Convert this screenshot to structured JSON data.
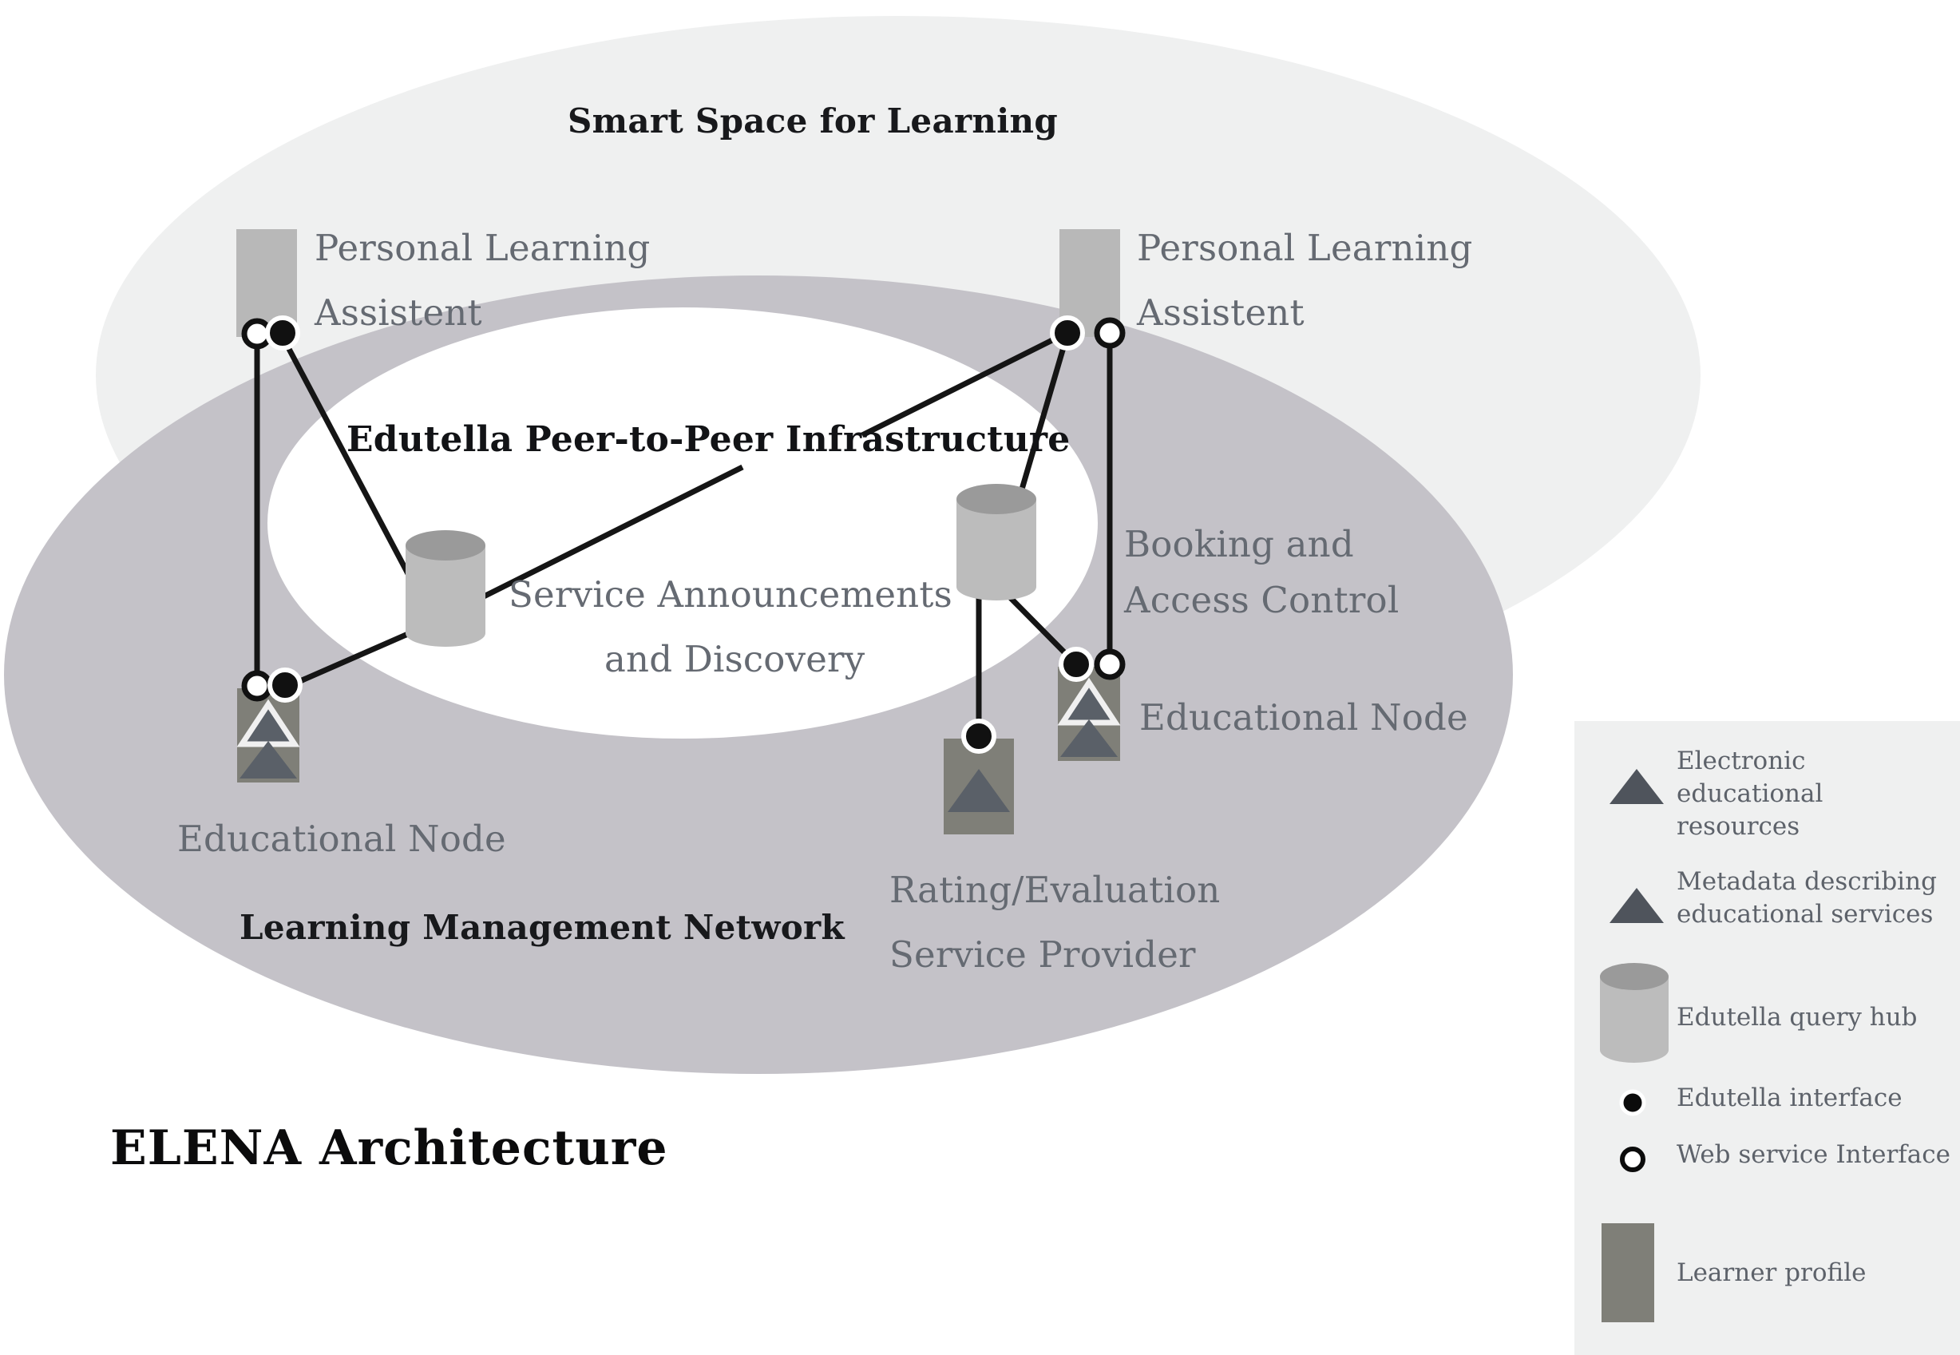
{
  "diagram": {
    "main_title": "ELENA Architecture",
    "outer_zone_title": "Smart Space for Learning",
    "lower_zone_title": "Learning Management Network",
    "inner_zone_title": "Edutella Peer-to-Peer Infrastructure",
    "annotations": {
      "service_discovery_line1": "Service Announcements",
      "service_discovery_line2": "and Discovery",
      "booking_line1": "Booking and",
      "booking_line2": "Access Control"
    },
    "nodes": [
      {
        "id": "pla-left",
        "label_line1": "Personal Learning",
        "label_line2": "Assistent"
      },
      {
        "id": "pla-right",
        "label_line1": "Personal Learning",
        "label_line2": "Assistent"
      },
      {
        "id": "edu-node-left",
        "label_line1": "Educational Node",
        "label_line2": ""
      },
      {
        "id": "edu-node-right",
        "label_line1": "Educational Node",
        "label_line2": ""
      },
      {
        "id": "rating-provider",
        "label_line1": "Rating/Evaluation",
        "label_line2": "Service Provider"
      }
    ],
    "colors": {
      "outer_ellipse": "#eff0f0",
      "lower_ellipse": "#c4c2c8",
      "inner_ellipse": "#ffffff",
      "learner_profile_box": "#b8b8b8",
      "educational_node_box": "#7f7f78",
      "triangle_fill": "#5a6068",
      "cylinder_body": "#bcbcbc",
      "cylinder_top": "#9a9a9a",
      "edge_line": "#151515",
      "legend_bg": "#eff0f0",
      "text_gray": "#5d626a",
      "text_dark": "#121316"
    }
  },
  "legend": {
    "items": [
      {
        "icon": "triangle-outline-icon",
        "text": "Electronic\neducational\nresources"
      },
      {
        "icon": "triangle-solid-icon",
        "text": "Metadata describing\neducational services"
      },
      {
        "icon": "cylinder-icon",
        "text": "Edutella query hub"
      },
      {
        "icon": "filled-circle-icon",
        "text": "Edutella interface"
      },
      {
        "icon": "hollow-circle-icon",
        "text": "Web service Interface"
      },
      {
        "icon": "learner-profile-icon",
        "text": "Learner profile"
      }
    ]
  }
}
